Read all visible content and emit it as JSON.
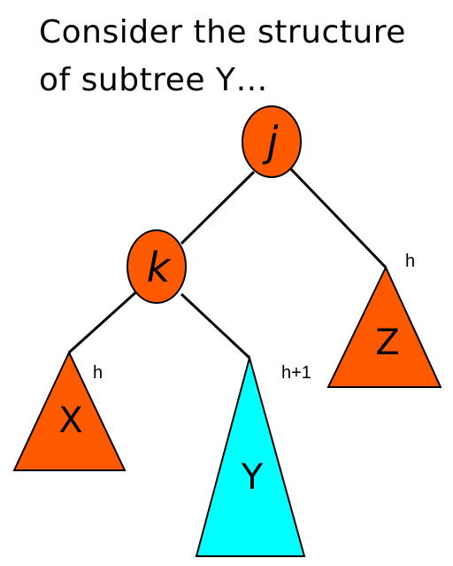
{
  "title": {
    "line1": "Consider the structure",
    "line2": "of subtree Y…"
  },
  "colors": {
    "node_fill": "#ff5a00",
    "subtree_fill": "#ff5a00",
    "highlight_fill": "#00ffff",
    "edge": "#000000"
  },
  "nodes": {
    "j": "j",
    "k": "k"
  },
  "subtrees": {
    "x": "X",
    "y": "Y",
    "z": "Z"
  },
  "heights": {
    "x": "h",
    "y": "h+1",
    "z": "h"
  }
}
